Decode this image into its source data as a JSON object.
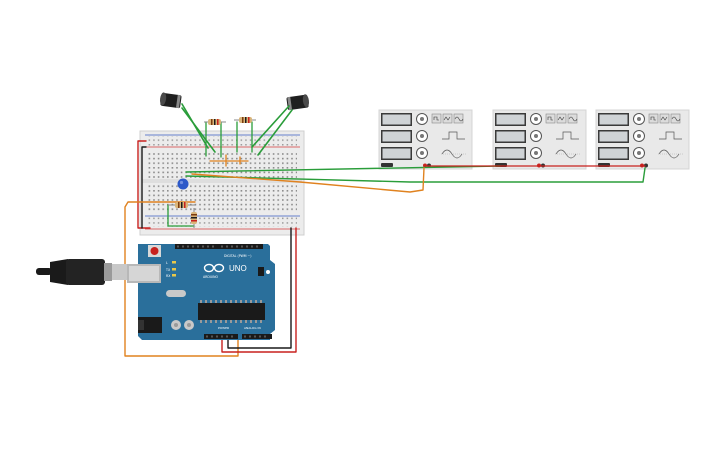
{
  "canvas": {
    "background": "#ffffff"
  },
  "arduino": {
    "logo_text": "UNO",
    "brand_text": "ARDUINO",
    "digital_label": "DIGITAL (PWM ~)",
    "power_label": "POWER",
    "analog_label": "ANALOG IN",
    "tx_label": "TX",
    "rx_label": "RX",
    "l_label": "L",
    "board_color": "#2a6f9b",
    "header_color": "#1a1a1a"
  },
  "function_generators": [
    {
      "id": "fg1",
      "shape_icons": [
        "square-wave-icon",
        "triangle-wave-icon",
        "sine-wave-icon"
      ]
    },
    {
      "id": "fg2",
      "shape_icons": [
        "square-wave-icon",
        "triangle-wave-icon",
        "sine-wave-icon"
      ]
    },
    {
      "id": "fg3",
      "shape_icons": [
        "square-wave-icon",
        "triangle-wave-icon",
        "sine-wave-icon"
      ]
    }
  ],
  "wire_colors": {
    "green": "#2a9d3a",
    "orange": "#e0821f",
    "red": "#c8211e",
    "black": "#1a1a1a"
  },
  "components": {
    "capacitor_left": "electrolytic-capacitor-icon",
    "capacitor_right": "electrolytic-capacitor-icon",
    "led": "blue-led-icon",
    "usb": "usb-cable-icon"
  }
}
